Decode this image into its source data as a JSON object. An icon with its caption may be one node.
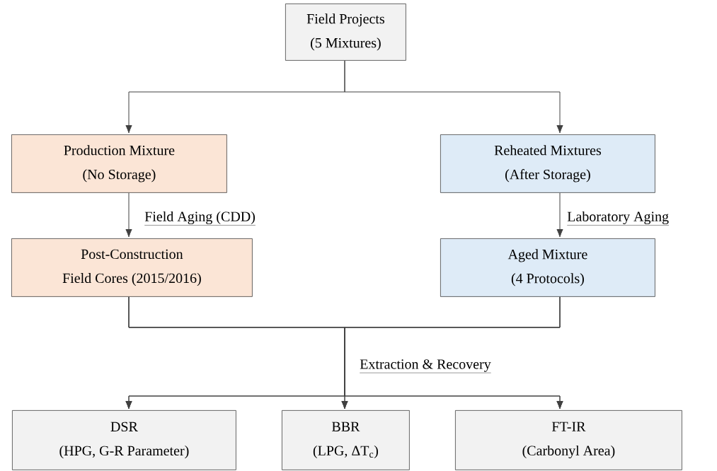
{
  "diagram": {
    "nodes": [
      {
        "text": [
          "Field Projects",
          "(5 Mixtures)"
        ]
      },
      {
        "text": [
          "Production Mixture",
          "(No Storage)"
        ]
      },
      {
        "text": [
          "Reheated Mixtures",
          "(After Storage)"
        ]
      },
      {
        "text": [
          "Post-Construction",
          "Field Cores (2015/2016)"
        ]
      },
      {
        "text": [
          "Aged Mixture",
          "(4 Protocols)"
        ]
      },
      {
        "text": [
          "DSR",
          "(HPG, G-R Parameter)"
        ]
      },
      {
        "text": [
          "BBR",
          "(LPG, ΔT$_{c}$)"
        ]
      },
      {
        "text": [
          "FT-IR",
          "(Carbonyl Area)"
        ]
      }
    ],
    "edges": [
      {
        "from": 0,
        "to": 1,
        "arrow": "to"
      },
      {
        "from": 0,
        "to": 2,
        "arrow": "to"
      },
      {
        "from": 1,
        "to": 3,
        "arrow": "to",
        "label": "Field Aging (CDD)"
      },
      {
        "from": 2,
        "to": 4,
        "arrow": "to",
        "label": "Laboratory Aging"
      },
      {
        "from": 3,
        "to": 5,
        "arrow": "to"
      },
      {
        "from": 3,
        "to": 6,
        "arrow": "to",
        "label": "Extraction & Recovery"
      },
      {
        "from": 3,
        "to": 7,
        "arrow": "to"
      },
      {
        "from": 4,
        "to": 5,
        "arrow": "to"
      },
      {
        "from": 4,
        "to": 6,
        "arrow": "to"
      },
      {
        "from": 4,
        "to": 7,
        "arrow": "to"
      }
    ]
  }
}
